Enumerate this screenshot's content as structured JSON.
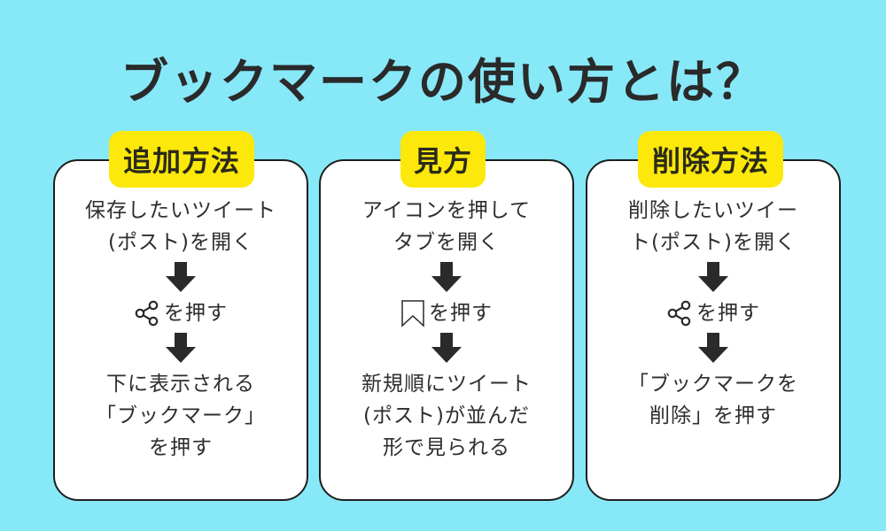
{
  "title": "ブックマークの使い方とは？",
  "colors": {
    "background": "#87e8f8",
    "label_bg": "#fce80a",
    "card_bg": "#ffffff",
    "card_border": "#1e1e1e",
    "text": "#2e2e2e"
  },
  "cards": [
    {
      "label": "追加方法",
      "steps": [
        "保存したいツイート\n(ポスト)を開く",
        "を押す",
        "下に表示される\n「ブックマーク」\nを押す"
      ],
      "step2_icon": "share-icon"
    },
    {
      "label": "見方",
      "steps": [
        "アイコンを押して\nタブを開く",
        "を押す",
        "新規順にツイート\n(ポスト)が並んだ\n形で見られる"
      ],
      "step2_icon": "bookmark-icon"
    },
    {
      "label": "削除方法",
      "steps": [
        "削除したいツイー\nト(ポスト)を開く",
        "を押す",
        "「ブックマークを\n削除」を押す"
      ],
      "step2_icon": "share-icon"
    }
  ]
}
